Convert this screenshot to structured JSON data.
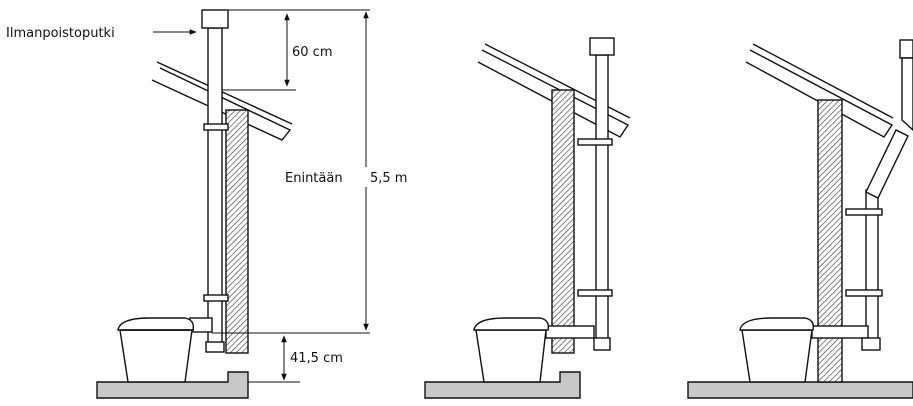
{
  "labels": {
    "pipe_label": "Ilmanpoistoputki",
    "height_above_roof": "60 cm",
    "max_height_prefix": "Enintään",
    "max_height_value": "5,5 m",
    "bottom_height": "41,5 cm"
  },
  "colors": {
    "line": "#111111",
    "floor_fill": "#c8c8c8",
    "hatch": "#333333",
    "background": "#ffffff"
  },
  "icons": {
    "arrow": "arrow-right-icon"
  }
}
